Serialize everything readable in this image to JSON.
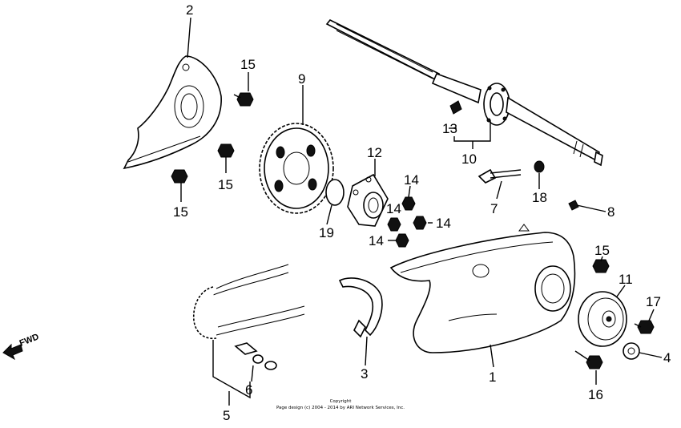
{
  "diagram": {
    "callouts": [
      {
        "id": "c1",
        "text": "1"
      },
      {
        "id": "c2",
        "text": "2"
      },
      {
        "id": "c3",
        "text": "3"
      },
      {
        "id": "c4",
        "text": "4"
      },
      {
        "id": "c5",
        "text": "5"
      },
      {
        "id": "c6",
        "text": "6"
      },
      {
        "id": "c7",
        "text": "7"
      },
      {
        "id": "c8",
        "text": "8"
      },
      {
        "id": "c9",
        "text": "9"
      },
      {
        "id": "c10",
        "text": "10"
      },
      {
        "id": "c11",
        "text": "11"
      },
      {
        "id": "c12",
        "text": "12"
      },
      {
        "id": "c13",
        "text": "13"
      },
      {
        "id": "c14a",
        "text": "14"
      },
      {
        "id": "c14b",
        "text": "14"
      },
      {
        "id": "c14c",
        "text": "14"
      },
      {
        "id": "c14d",
        "text": "14"
      },
      {
        "id": "c15a",
        "text": "15"
      },
      {
        "id": "c15b",
        "text": "15"
      },
      {
        "id": "c15c",
        "text": "15"
      },
      {
        "id": "c15d",
        "text": "15"
      },
      {
        "id": "c16",
        "text": "16"
      },
      {
        "id": "c17",
        "text": "17"
      },
      {
        "id": "c18",
        "text": "18"
      },
      {
        "id": "c19",
        "text": "19"
      }
    ],
    "fwd_label": "FWD",
    "copyright_line1": "Copyright",
    "copyright_line2": "Page design (c) 2004 - 2014 by ARI Network Services, Inc."
  }
}
